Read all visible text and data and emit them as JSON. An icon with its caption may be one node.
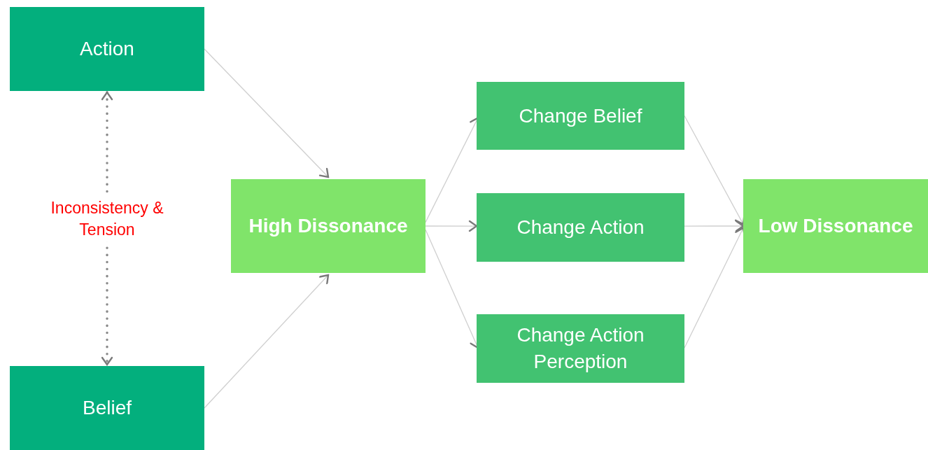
{
  "diagram": {
    "nodes": [
      {
        "text": [
          "Action"
        ]
      },
      {
        "text": [
          "Belief"
        ]
      },
      {
        "text": [
          "High Dissonance"
        ]
      },
      {
        "text": [
          "Change Belief"
        ]
      },
      {
        "text": [
          "Change Action"
        ]
      },
      {
        "text": [
          "Change Action Perception"
        ]
      },
      {
        "text": [
          "Low Dissonance"
        ]
      }
    ],
    "edges": [
      {
        "from": 0,
        "to": 1,
        "arrow": "both",
        "label": "Inconsistency & Tension",
        "style": "dashed",
        "color": "#8a8a8a"
      },
      {
        "from": 0,
        "to": 2,
        "arrow": "to"
      },
      {
        "from": 1,
        "to": 2,
        "arrow": "to"
      },
      {
        "from": 2,
        "to": 3,
        "arrow": "to"
      },
      {
        "from": 2,
        "to": 4,
        "arrow": "to"
      },
      {
        "from": 2,
        "to": 5,
        "arrow": "to"
      },
      {
        "from": 3,
        "to": 6,
        "arrow": "to"
      },
      {
        "from": 4,
        "to": 6,
        "arrow": "to"
      },
      {
        "from": 5,
        "to": 6,
        "arrow": "to"
      }
    ]
  }
}
